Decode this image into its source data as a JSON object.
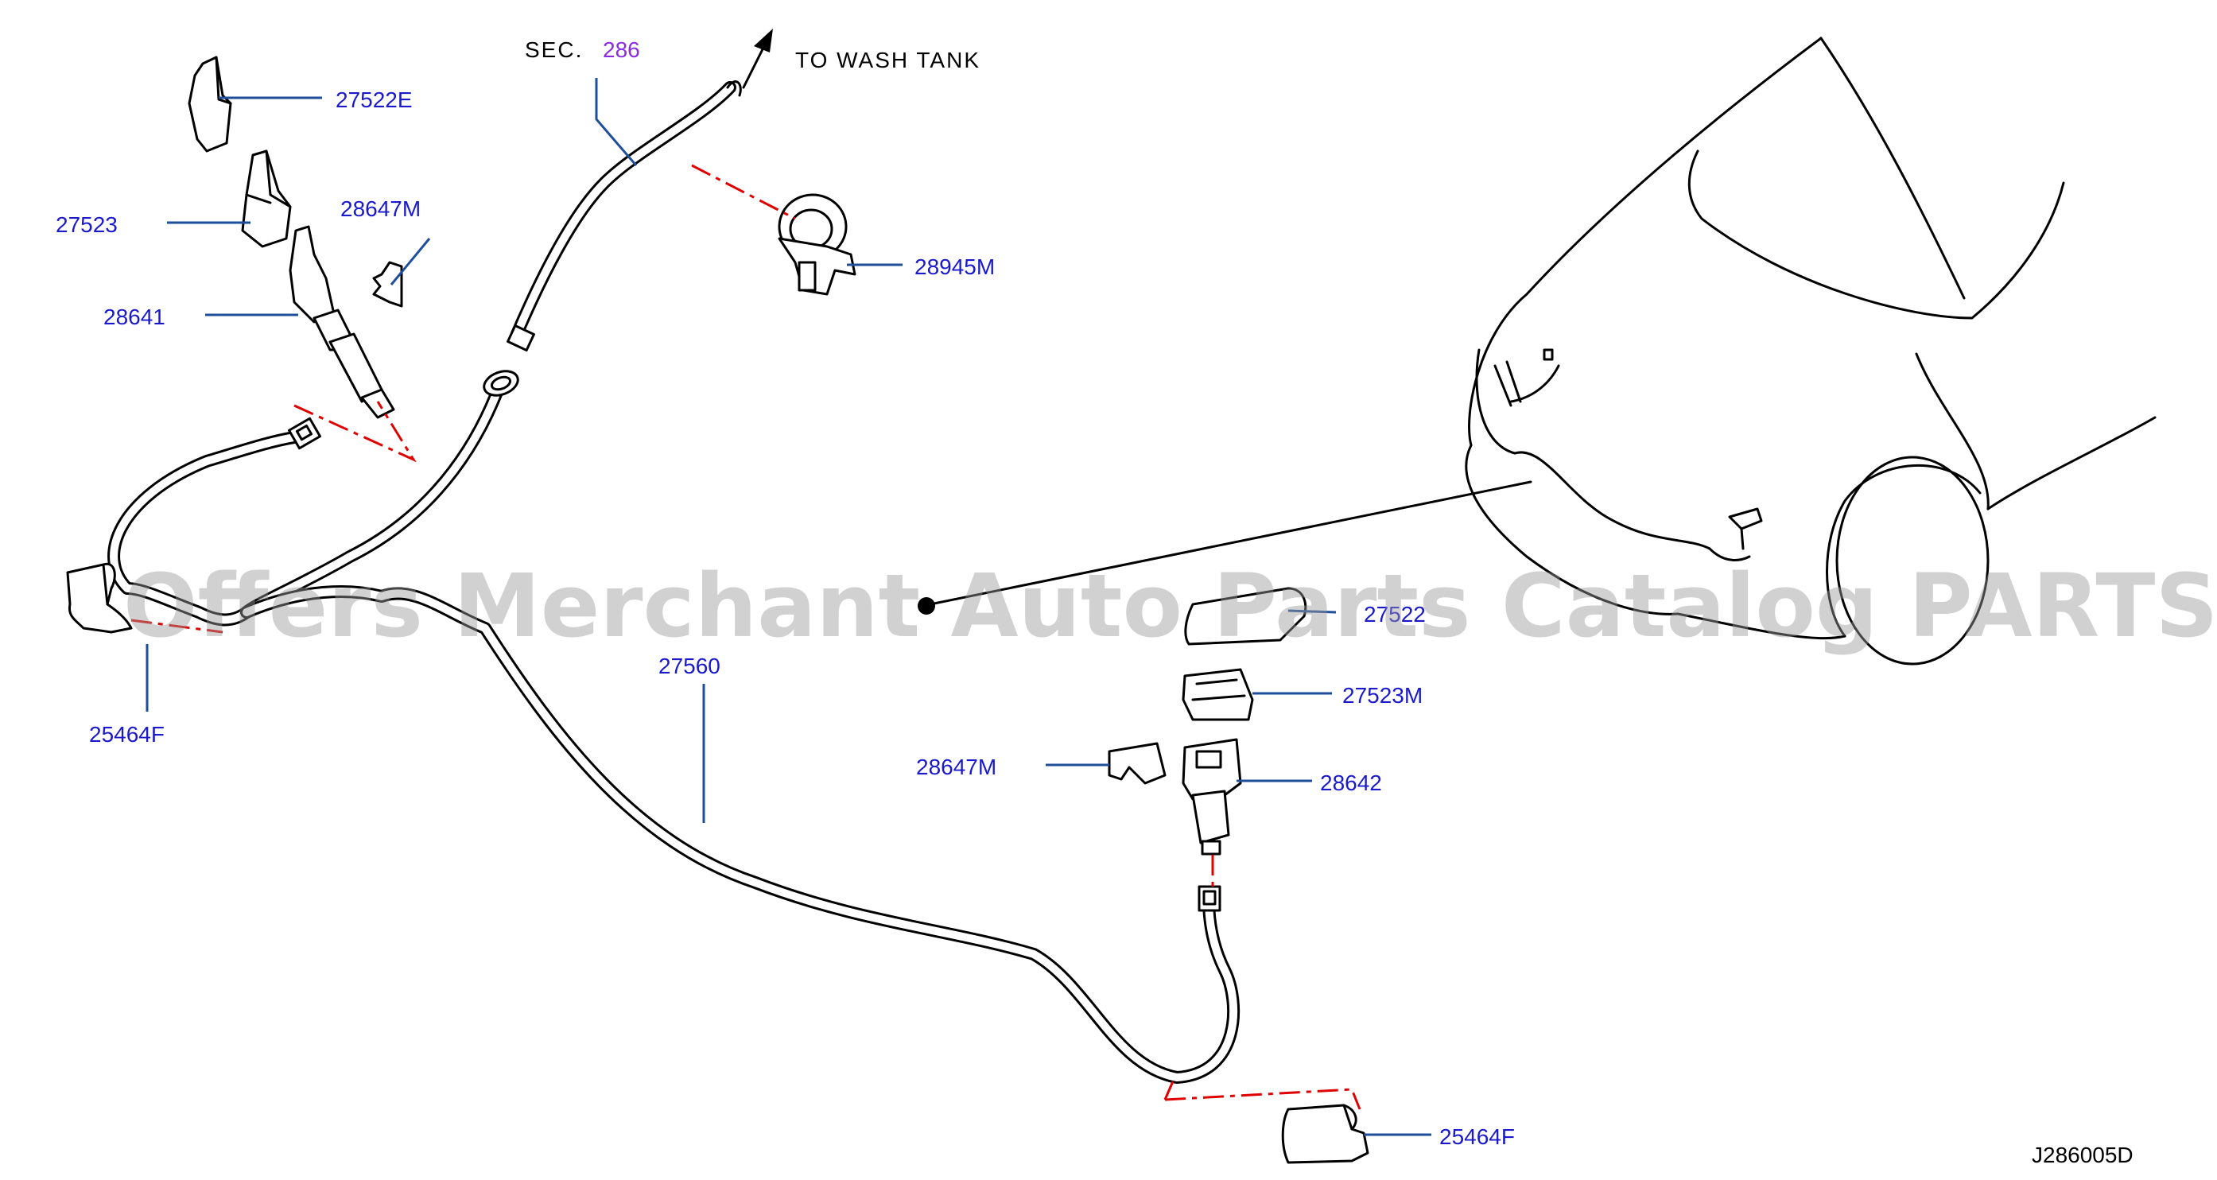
{
  "diagram": {
    "sec_prefix": "SEC.",
    "sec_number": "286",
    "to_wash_tank": "TO  WASH  TANK",
    "labels": {
      "p27522E": "27522E",
      "p27523": "27523",
      "p28647M_top": "28647M",
      "p28641": "28641",
      "p28945M": "28945M",
      "p25464F_left": "25464F",
      "p27560": "27560",
      "p27522_right": "27522",
      "p27523M": "27523M",
      "p28647M_mid": "28647M",
      "p28642": "28642",
      "p25464F_bottom": "25464F"
    },
    "diagram_code": "J286005D",
    "watermark": "Offers Merchant Auto Parts Catalog PARTSTORE.SA",
    "colors": {
      "label": "#1a1acc",
      "leader": "#1f4e9a",
      "dashed_connection": "#e00000",
      "section_ref": "#8a2be2",
      "watermark": "#9a9a9a"
    }
  }
}
